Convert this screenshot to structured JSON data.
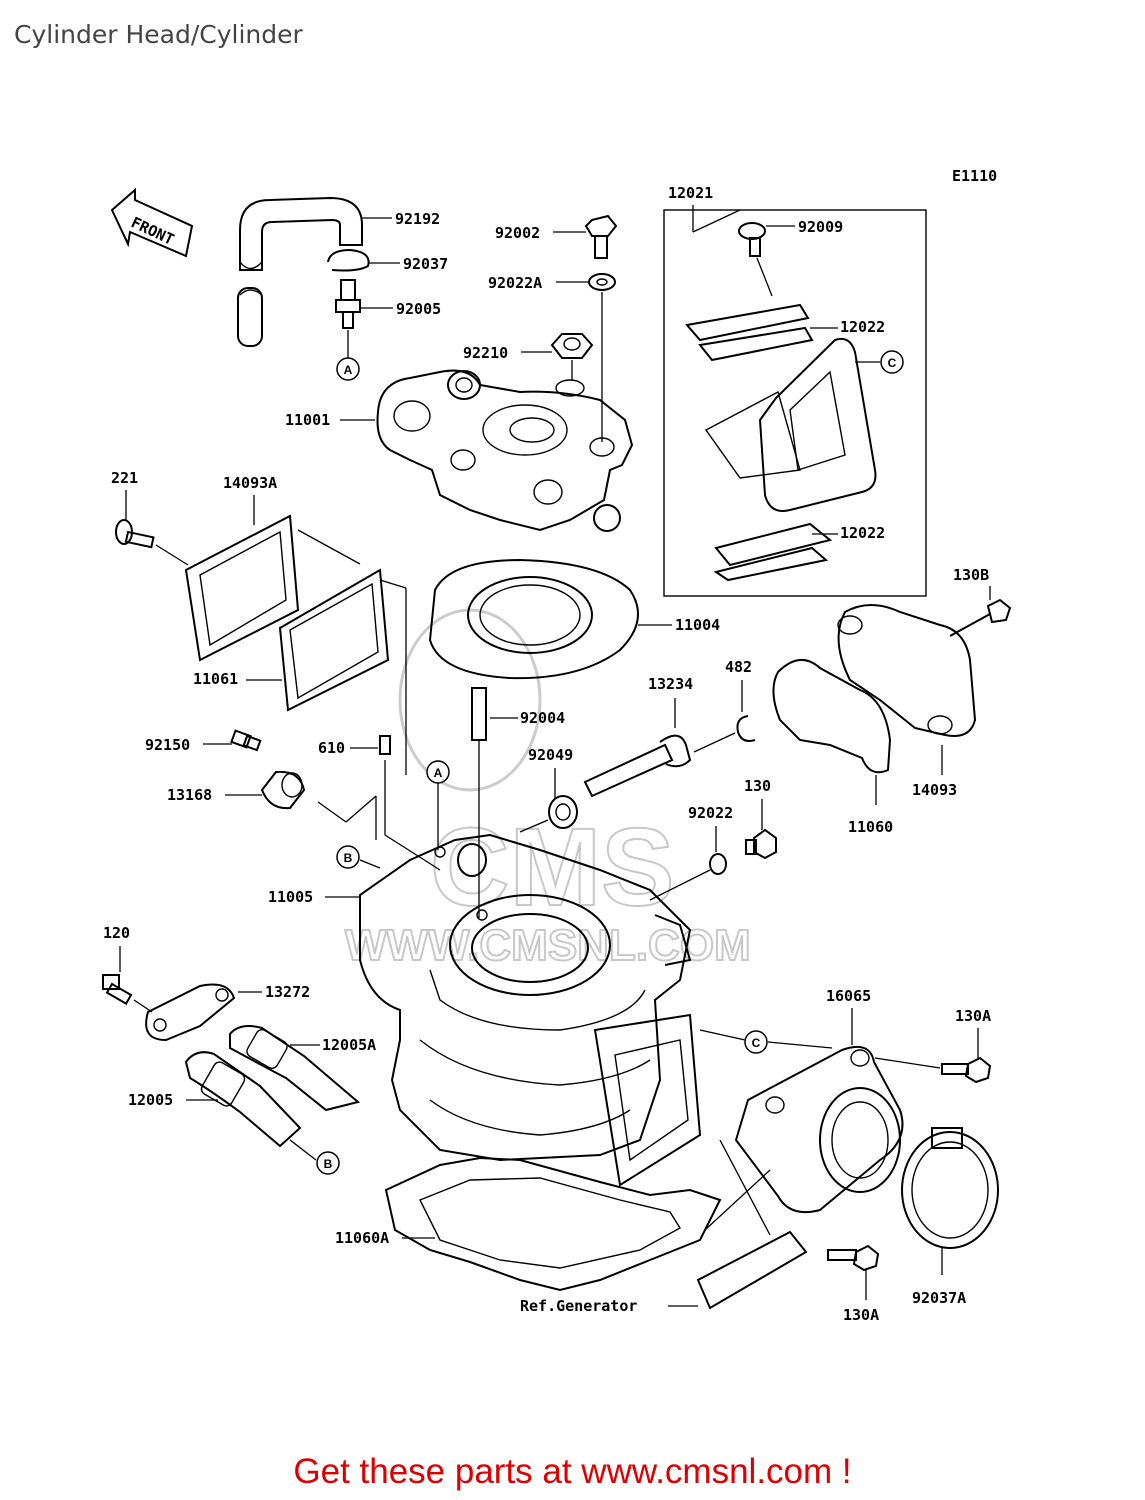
{
  "header": {
    "title": "Cylinder Head/Cylinder"
  },
  "diagram_code": "E1110",
  "front_label": "FRONT",
  "watermark": {
    "line1": "CMS",
    "line2": "WWW.CMSNL.COM"
  },
  "callouts": {
    "a": "A",
    "b": "B",
    "c": "C"
  },
  "parts": {
    "p92192": "92192",
    "p92037": "92037",
    "p92005": "92005",
    "p92002": "92002",
    "p92022A": "92022A",
    "p92210": "92210",
    "p11001": "11001",
    "p12021": "12021",
    "p92009": "92009",
    "p12022a": "12022",
    "p12022b": "12022",
    "p221": "221",
    "p14093A": "14093A",
    "p11004": "11004",
    "p11061": "11061",
    "p130B": "130B",
    "p482": "482",
    "p13234": "13234",
    "p92004": "92004",
    "p92150": "92150",
    "p610": "610",
    "p92049": "92049",
    "p13168": "13168",
    "p130": "130",
    "p92022": "92022",
    "p14093": "14093",
    "p11060": "11060",
    "p11005": "11005",
    "p120": "120",
    "p13272": "13272",
    "p12005A": "12005A",
    "p16065": "16065",
    "p130A1": "130A",
    "p12005": "12005",
    "p11060A": "11060A",
    "p92037A": "92037A",
    "p130A2": "130A",
    "ref_generator": "Ref.Generator"
  },
  "footer": {
    "text": "Get these parts at www.cmsnl.com !"
  }
}
